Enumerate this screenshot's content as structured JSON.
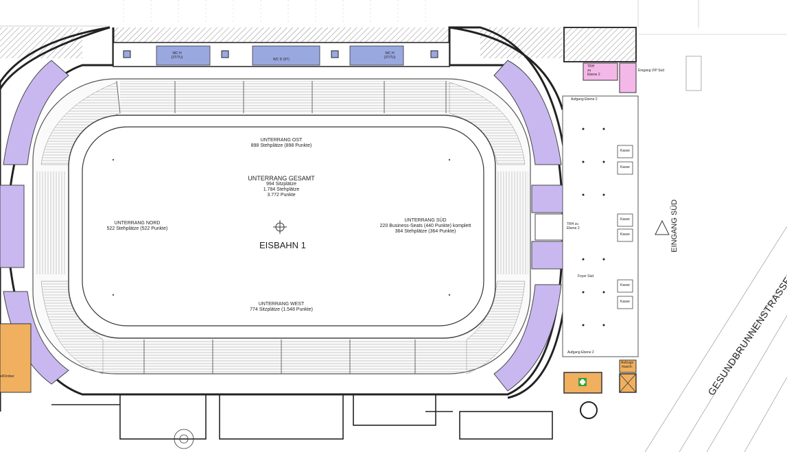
{
  "rink": {
    "name": "EISBAHN 1",
    "total": {
      "title": "UNTERRANG GESAMT",
      "line1": "994 Sitzplätze",
      "line2": "1.784 Stehplätze",
      "line3": "3.772 Punkte"
    },
    "ost": {
      "title": "UNTERRANG OST",
      "detail": "898 Stehplätze (898 Punkte)"
    },
    "nord": {
      "title": "UNTERRANG NORD",
      "detail": "522 Stehplätze (522 Punkte)"
    },
    "sued": {
      "title": "UNTERRANG SÜD",
      "detail1": "220 Business-Seats (440 Punkte) komplett",
      "detail2": "364 Stehplätze (364 Punkte)"
    },
    "west": {
      "title": "UNTERRANG WEST",
      "detail": "774 Sitzplätze (1.548 Punkte)"
    }
  },
  "rooms": {
    "wc1_a": "WC H",
    "wc1_b": "(3T/7U)",
    "wc2": "WC D (9T)",
    "wc3_a": "WC H",
    "wc3_b": "(3T/7U)",
    "trh_vip_a": "TRH",
    "trh_vip_b": "zu",
    "trh_vip_c": "Ebene 2",
    "vip_entrance": "Eingang VIP Süd",
    "aufgang_top": "Aufgang Ebene 2",
    "kasse": [
      "Kasse",
      "Kasse",
      "Kasse",
      "Kasse",
      "Kasse",
      "Kasse"
    ],
    "trh_mid_a": "TRH zu",
    "trh_mid_b": "Ebene 2",
    "foyer": "Foyer Süd",
    "aufgang_bottom": "Aufgang Ebene 2",
    "aufzug_a": "Aufzugs",
    "aufzug_b": "masch.",
    "ordner": "el/Ordner"
  },
  "street": {
    "entrance": "EINGANG SÜD",
    "name": "GESUNDBRUNNENSTRASSE"
  },
  "colors": {
    "lavender": "#c9b8f0",
    "pink": "#f4b8e8",
    "orange": "#f0b060",
    "blue": "#9aa8e0",
    "line": "#333333",
    "green": "#3aa33a"
  }
}
